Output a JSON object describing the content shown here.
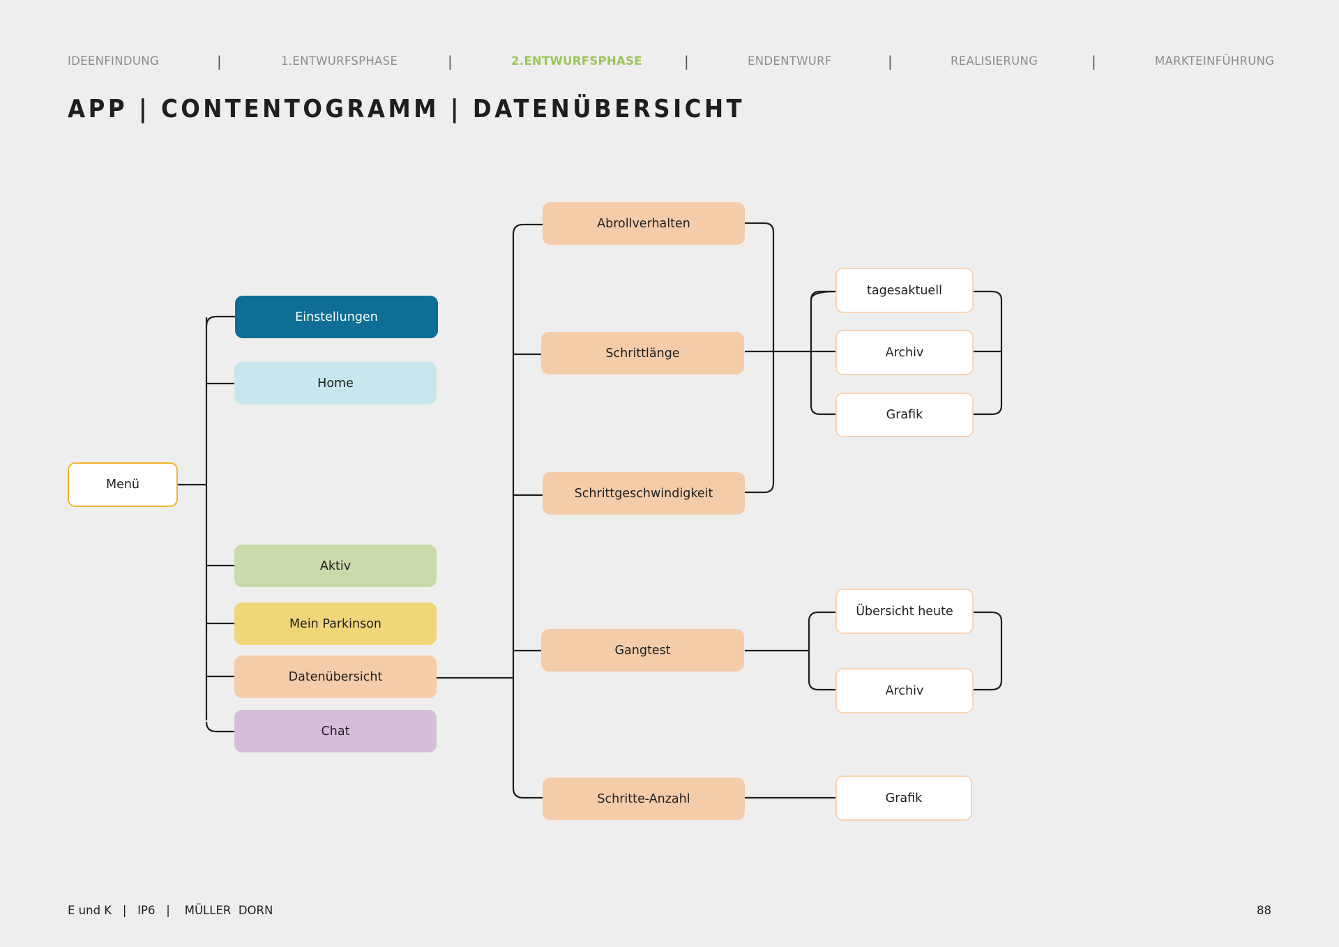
{
  "nav": {
    "items": [
      {
        "label": "IDEENFINDUNG",
        "active": false
      },
      {
        "label": "1.ENTWURFSPHASE",
        "active": false
      },
      {
        "label": "2.ENTWURFSPHASE",
        "active": true
      },
      {
        "label": "ENDENTWURF",
        "active": false
      },
      {
        "label": "REALISIERUNG",
        "active": false
      },
      {
        "label": "MARKTEINFÜHRUNG",
        "active": false
      }
    ],
    "separator": "|",
    "active_color": "#9cc55c"
  },
  "title": "APP | CONTENTOGRAMM | DATENÜBERSICHT",
  "diagram": {
    "root": "Menü",
    "menu_items": {
      "einstellungen": "Einstellungen",
      "home": "Home",
      "aktiv": "Aktiv",
      "parkinson": "Mein Parkinson",
      "datenuebersicht": "Datenübersicht",
      "chat": "Chat"
    },
    "data_items": {
      "abrollverhalten": "Abrollverhalten",
      "schrittlaenge": "Schrittlänge",
      "schrittgeschwindigkeit": "Schrittgeschwindigkeit",
      "gangtest": "Gangtest",
      "schritte_anzahl": "Schritte-Anzahl"
    },
    "views": {
      "tagesaktuell": "tagesaktuell",
      "archiv_1": "Archiv",
      "grafik_1": "Grafik",
      "uebersicht_heute": "Übersicht heute",
      "archiv_2": "Archiv",
      "grafik_2": "Grafik"
    },
    "colors": {
      "einstellungen": "#0f6e95",
      "home": "#c8e6ee",
      "aktiv": "#cadaab",
      "parkinson": "#f0d678",
      "datenuebersicht": "#f4ccaa",
      "chat": "#d6bedb",
      "menu_border": "#f0b429"
    }
  },
  "footer": {
    "left": "E und K   |   IP6   |    MÜLLER  DORN",
    "page": "88"
  }
}
